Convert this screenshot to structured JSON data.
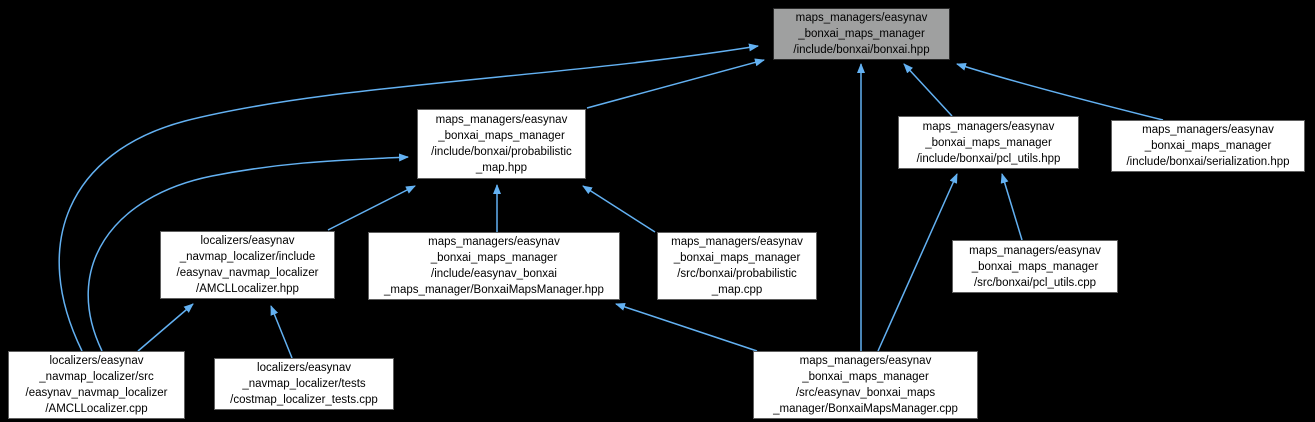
{
  "graph": {
    "title": "bonxai.hpp include dependency graph",
    "background_color": "#000000",
    "edge_color": "#63b1f2",
    "node_fill": "#ffffff",
    "root_node_fill": "#9fa0a0",
    "nodes": [
      {
        "id": "bonxai_hpp",
        "root": true,
        "label": "maps_managers/easynav\n_bonxai_maps_manager\n/include/bonxai/bonxai.hpp"
      },
      {
        "id": "probabilistic_map_hpp",
        "root": false,
        "label": "maps_managers/easynav\n_bonxai_maps_manager\n/include/bonxai/probabilistic\n_map.hpp"
      },
      {
        "id": "pcl_utils_hpp",
        "root": false,
        "label": "maps_managers/easynav\n_bonxai_maps_manager\n/include/bonxai/pcl_utils.hpp"
      },
      {
        "id": "serialization_hpp",
        "root": false,
        "label": "maps_managers/easynav\n_bonxai_maps_manager\n/include/bonxai/serialization.hpp"
      },
      {
        "id": "amcl_localizer_hpp",
        "root": false,
        "label": "localizers/easynav\n_navmap_localizer/include\n/easynav_navmap_localizer\n/AMCLLocalizer.hpp"
      },
      {
        "id": "bonxai_maps_manager_hpp",
        "root": false,
        "label": "maps_managers/easynav\n_bonxai_maps_manager\n/include/easynav_bonxai\n_maps_manager/BonxaiMapsManager.hpp"
      },
      {
        "id": "probabilistic_map_cpp",
        "root": false,
        "label": "maps_managers/easynav\n_bonxai_maps_manager\n/src/bonxai/probabilistic\n_map.cpp"
      },
      {
        "id": "pcl_utils_cpp",
        "root": false,
        "label": "maps_managers/easynav\n_bonxai_maps_manager\n/src/bonxai/pcl_utils.cpp"
      },
      {
        "id": "amcl_localizer_cpp",
        "root": false,
        "label": "localizers/easynav\n_navmap_localizer/src\n/easynav_navmap_localizer\n/AMCLLocalizer.cpp"
      },
      {
        "id": "costmap_localizer_tests_cpp",
        "root": false,
        "label": "localizers/easynav\n_navmap_localizer/tests\n/costmap_localizer_tests.cpp"
      },
      {
        "id": "bonxai_maps_manager_cpp",
        "root": false,
        "label": "maps_managers/easynav\n_bonxai_maps_manager\n/src/easynav_bonxai_maps\n_manager/BonxaiMapsManager.cpp"
      }
    ],
    "edges": [
      {
        "from": "AMCLLocalizer.cpp",
        "to": "bonxai.hpp"
      },
      {
        "from": "AMCLLocalizer.cpp",
        "to": "probabilistic_map.hpp"
      },
      {
        "from": "AMCLLocalizer.cpp",
        "to": "AMCLLocalizer.hpp"
      },
      {
        "from": "costmap_localizer_tests.cpp",
        "to": "AMCLLocalizer.hpp"
      },
      {
        "from": "AMCLLocalizer.hpp",
        "to": "probabilistic_map.hpp"
      },
      {
        "from": "BonxaiMapsManager.hpp",
        "to": "probabilistic_map.hpp"
      },
      {
        "from": "probabilistic_map.cpp",
        "to": "probabilistic_map.hpp"
      },
      {
        "from": "probabilistic_map.hpp",
        "to": "bonxai.hpp"
      },
      {
        "from": "pcl_utils.hpp",
        "to": "bonxai.hpp"
      },
      {
        "from": "serialization.hpp",
        "to": "bonxai.hpp"
      },
      {
        "from": "pcl_utils.cpp",
        "to": "pcl_utils.hpp"
      },
      {
        "from": "BonxaiMapsManager.cpp",
        "to": "pcl_utils.hpp"
      },
      {
        "from": "BonxaiMapsManager.cpp",
        "to": "bonxai.hpp"
      },
      {
        "from": "BonxaiMapsManager.cpp",
        "to": "BonxaiMapsManager.hpp"
      }
    ]
  }
}
